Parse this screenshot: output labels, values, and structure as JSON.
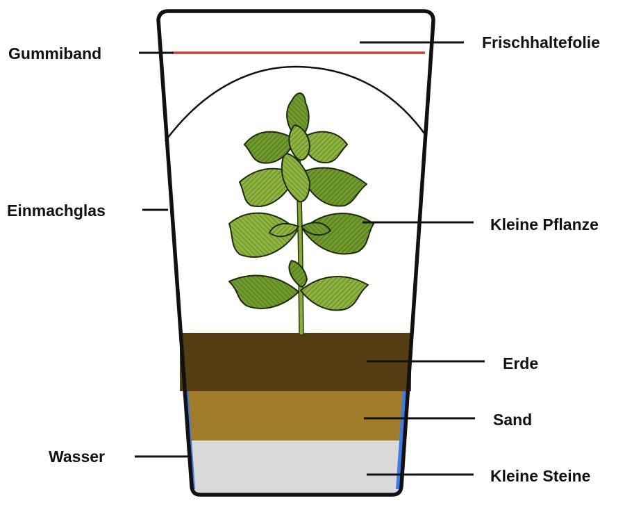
{
  "labels": {
    "gummiband": "Gummiband",
    "frischhaltefolie": "Frischhaltefolie",
    "einmachglas": "Einmachglas",
    "kleine_pflanze": "Kleine Pflanze",
    "erde": "Erde",
    "sand": "Sand",
    "wasser": "Wasser",
    "kleine_steine": "Kleine Steine"
  },
  "colors": {
    "outline": "#111111",
    "rubber_band": "#c8432f",
    "soil": "#553e14",
    "sand": "#a07c2b",
    "stones": "#d9d9d9",
    "water": "#3f7be8",
    "leaf": "#6f9a2c",
    "leaf_light": "#8db43f",
    "stem": "#88ab39"
  }
}
